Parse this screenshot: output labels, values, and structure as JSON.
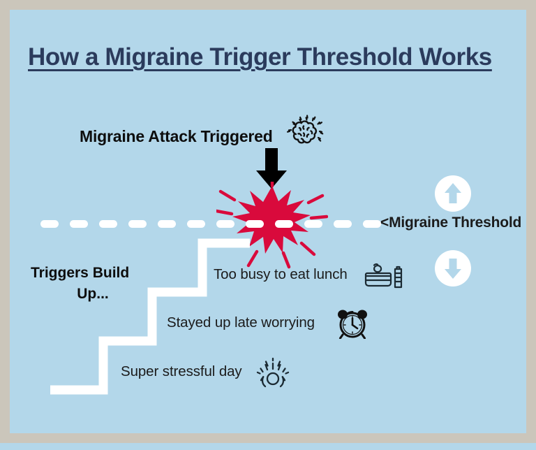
{
  "colors": {
    "frame": "#cbc6bb",
    "panel_background": "#b3d7ea",
    "title": "#2b3b5c",
    "burst_red": "#d90a3c",
    "line_white": "#ffffff",
    "body_text": "#1b1b1b",
    "arrow_black": "#000000"
  },
  "title": "How a Migraine Trigger Threshold Works",
  "attack": {
    "label": "Migraine Attack Triggered",
    "icon": "brain-lightning-icon"
  },
  "threshold": {
    "label": "<Migraine Threshold",
    "line_style": "dashed-white",
    "dash_count": 12
  },
  "triggers": {
    "label_line1": "Triggers Build",
    "label_line2": "Up...",
    "label_full": "Triggers Build Up..."
  },
  "steps": [
    {
      "label": "Too busy to eat lunch",
      "icon": "lunchbox-icon"
    },
    {
      "label": "Stayed up late worrying",
      "icon": "alarm-clock-icon"
    },
    {
      "label": "Super stressful day",
      "icon": "stressed-head-icon"
    }
  ],
  "side_controls": [
    {
      "icon": "arrow-up-icon",
      "direction": "up"
    },
    {
      "icon": "arrow-down-icon",
      "direction": "down"
    }
  ],
  "burst": {
    "icon": "starburst-icon"
  },
  "down_arrow": {
    "icon": "arrow-down-thick-icon"
  }
}
